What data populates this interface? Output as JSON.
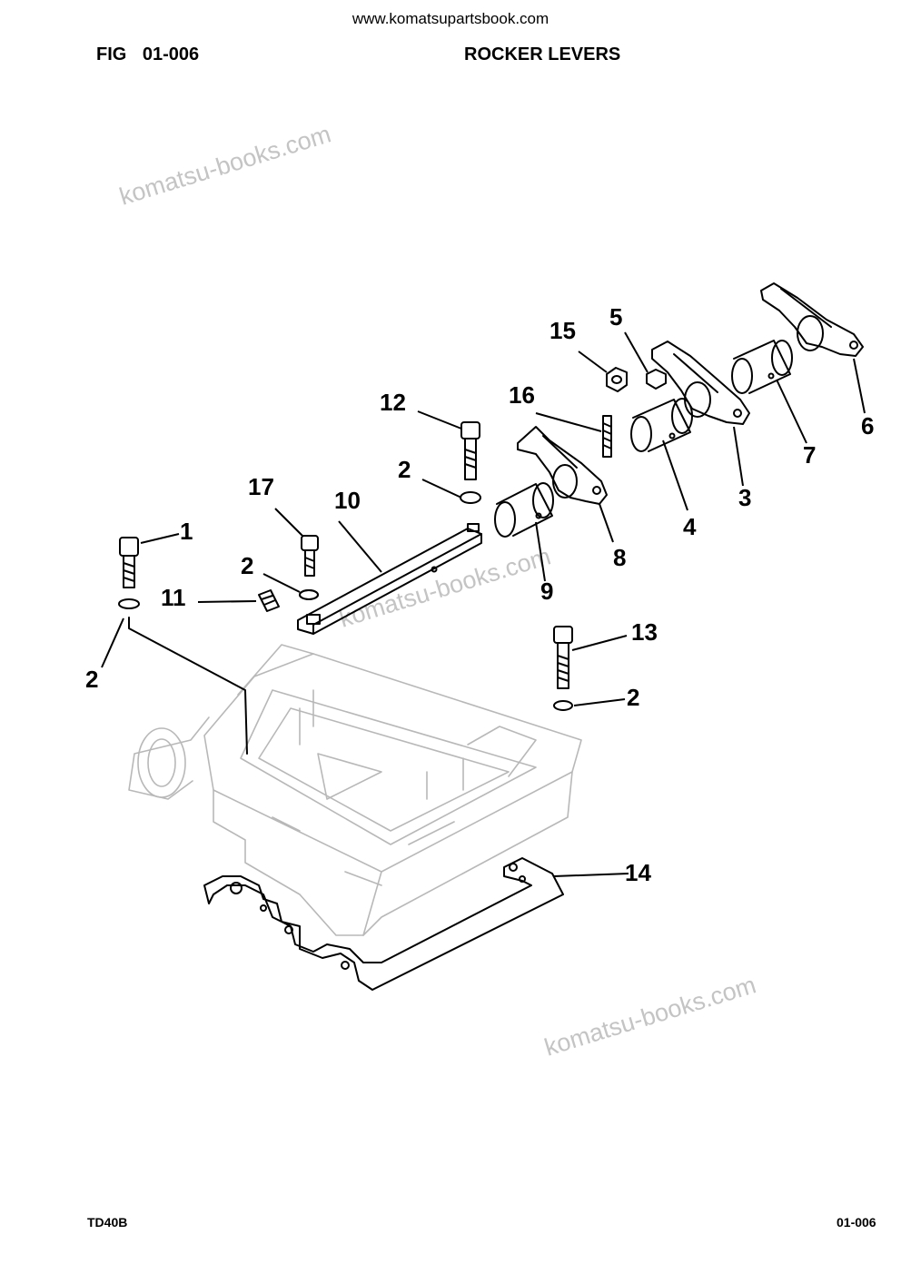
{
  "header": {
    "site_url": "www.komatsupartsbook.com",
    "fig_number": "FIG 01-006",
    "fig_title": "ROCKER LEVERS"
  },
  "watermark": {
    "text": "komatsu-books.com",
    "color": "#c4c4c4"
  },
  "callouts": [
    "1",
    "2",
    "2",
    "2",
    "2",
    "2",
    "3",
    "4",
    "5",
    "6",
    "7",
    "8",
    "9",
    "10",
    "11",
    "12",
    "13",
    "14",
    "15",
    "16",
    "17"
  ],
  "footer": {
    "model": "TD40B",
    "page": "01-006"
  }
}
